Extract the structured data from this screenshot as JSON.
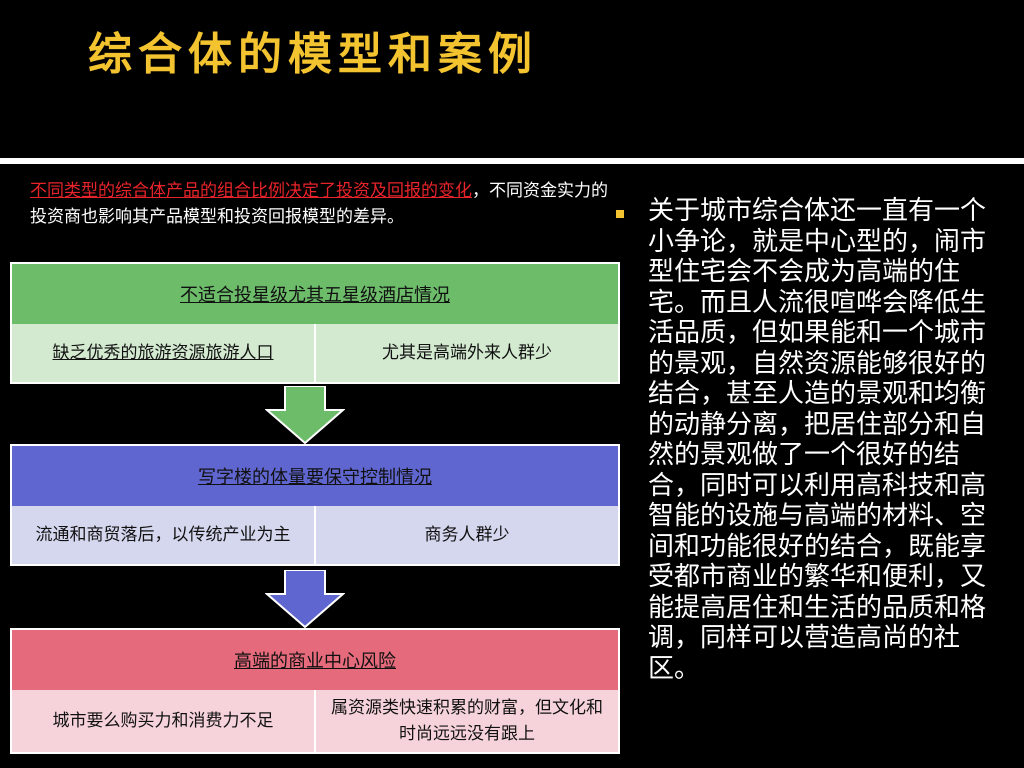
{
  "title": "综合体的模型和案例",
  "intro": {
    "highlight": "不同类型的综合体产品的组合比例决定了投资及回报的变化",
    "rest": "，不同资金实力的投资商也影响其产品模型和投资回报模型的差异。"
  },
  "blocks": [
    {
      "header": "不适合投星级尤其五星级酒店情况",
      "left": "缺乏优秀的旅游资源旅游人口",
      "right": "尤其是高端外来人群少"
    },
    {
      "header": "写字楼的体量要保守控制情况",
      "left": "流通和商贸落后，以传统产业为主",
      "right": "商务人群少"
    },
    {
      "header": "高端的商业中心风险",
      "left": "城市要么购买力和消费力不足",
      "right": "属资源类快速积累的财富，但文化和时尚远远没有跟上"
    }
  ],
  "side_text": "关于城市综合体还一直有一个小争论，就是中心型的，闹市型住宅会不会成为高端的住宅。而且人流很喧哗会降低生活品质，但如果能和一个城市的景观，自然资源能够很好的结合，甚至人造的景观和均衡的动静分离，把居住部分和自然的景观做了一个很好的结合，同时可以利用高科技和高智能的设施与高端的材料、空间和功能很好的结合，既能享受都市商业的繁华和便利，又能提高居住和生活的品质和格调，同样可以营造高尚的社区。",
  "colors": {
    "title": "#f4c430",
    "green": "#6cbc6a",
    "blue": "#6066cf",
    "red": "#e56b7c"
  }
}
